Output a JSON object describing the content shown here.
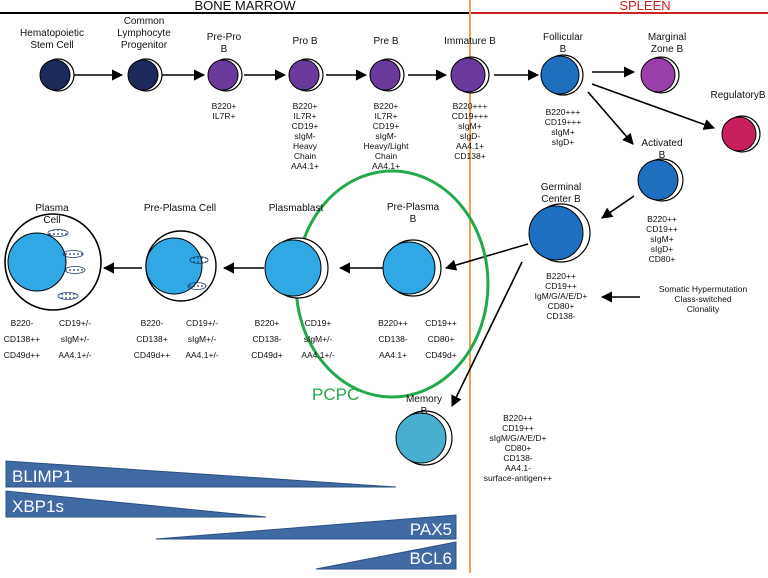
{
  "regions": {
    "bone_marrow": "BONE MARROW",
    "spleen": "SPLEEN"
  },
  "colors": {
    "dark_navy": "#1f2a5c",
    "purple": "#6a3a9c",
    "blue": "#1f6fc0",
    "light_blue": "#2fa8e4",
    "teal": "#4aaed0",
    "magenta": "#9a3eaa",
    "crimson": "#c8205e",
    "pcpc_green": "#22aa4a",
    "divider_orange": "#f0a050",
    "spleen_red": "#cc2222",
    "gradient_blue": "#3f6aa3"
  },
  "cells": {
    "hsc": {
      "name": [
        "Hematopoietic",
        "Stem Cell"
      ]
    },
    "clp": {
      "name": [
        "Common",
        "Lymphocyte",
        "Progenitor"
      ]
    },
    "prepro": {
      "name": [
        "Pre-Pro",
        "B"
      ],
      "markers": [
        "B220+",
        "IL7R+"
      ]
    },
    "prob": {
      "name": [
        "Pro B"
      ],
      "markers": [
        "B220+",
        "IL7R+",
        "CD19+",
        "sIgM-",
        "Heavy",
        "Chain",
        "AA4.1+"
      ]
    },
    "preb": {
      "name": [
        "Pre B"
      ],
      "markers": [
        "B220+",
        "IL7R+",
        "CD19+",
        "sIgM-",
        "Heavy/Light",
        "Chain",
        "AA4.1+"
      ]
    },
    "immature": {
      "name": [
        "Immature B"
      ],
      "markers": [
        "B220+++",
        "CD19+++",
        "sIgM+",
        "sIgD-",
        "AA4.1+",
        "CD138+"
      ]
    },
    "follicular": {
      "name": [
        "Follicular",
        "B"
      ],
      "markers": [
        "B220+++",
        "CD19+++",
        "sIgM+",
        "sIgD+"
      ]
    },
    "marginal": {
      "name": [
        "Marginal",
        "Zone B"
      ]
    },
    "regulatory": {
      "name": [
        "RegulatoryB"
      ]
    },
    "activated": {
      "name": [
        "Activated",
        "B"
      ],
      "markers": [
        "B220++",
        "CD19++",
        "sIgM+",
        "sIgD+",
        "CD80+"
      ]
    },
    "germinal": {
      "name": [
        "Germinal",
        "Center B"
      ],
      "markers": [
        "B220++",
        "CD19++",
        "IgM/G/A/E/D+",
        "CD80+",
        "CD138-"
      ]
    },
    "memory": {
      "name": [
        "Memory",
        "B"
      ],
      "markers": [
        "B220++",
        "CD19++",
        "sIgM/G/A/E/D+",
        "CD80+",
        "CD138-",
        "AA4.1-",
        "surface-antigen++"
      ]
    },
    "preplasma_b": {
      "name": [
        "Pre-Plasma",
        "B"
      ],
      "markers_left": [
        "B220++",
        "CD138-",
        "AA4.1+"
      ],
      "markers_right": [
        "CD19++",
        "CD80+",
        "CD49d+"
      ]
    },
    "plasmablast": {
      "name": [
        "Plasmablast"
      ],
      "markers_left": [
        "B220+",
        "CD138-",
        "CD49d+"
      ],
      "markers_right": [
        "CD19+",
        "sIgM+/-",
        "AA4.1+/-"
      ]
    },
    "preplasma_cell": {
      "name": [
        "Pre-Plasma Cell"
      ],
      "markers_left": [
        "B220-",
        "CD138+",
        "CD49d++"
      ],
      "markers_right": [
        "CD19+/-",
        "sIgM+/-",
        "AA4.1+/-"
      ]
    },
    "plasma": {
      "name": [
        "Plasma",
        "Cell"
      ],
      "markers_left": [
        "B220-",
        "CD138++",
        "CD49d++"
      ],
      "markers_right": [
        "CD19+/-",
        "sIgM+/-",
        "AA4.1+/-"
      ]
    }
  },
  "somatic_note": [
    "Somatic Hypermutation",
    "Class-switched",
    "Clonality"
  ],
  "pcpc_label": "PCPC",
  "gradients": [
    "BLIMP1",
    "XBP1s",
    "PAX5",
    "BCL6"
  ]
}
